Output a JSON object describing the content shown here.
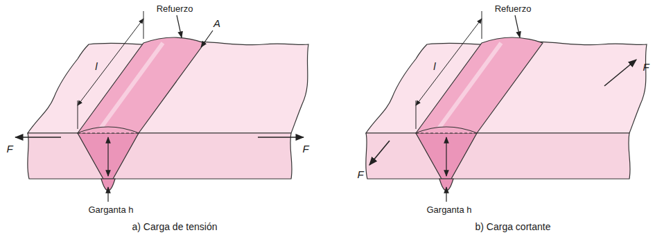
{
  "diagram": {
    "labels": [
      "Refuerzo",
      "A",
      "l",
      "F",
      "F",
      "Garganta h",
      "a) Carga de tensión",
      "Refuerzo",
      "l",
      "F",
      "F",
      "Garganta h",
      "b) Carga cortante"
    ]
  }
}
